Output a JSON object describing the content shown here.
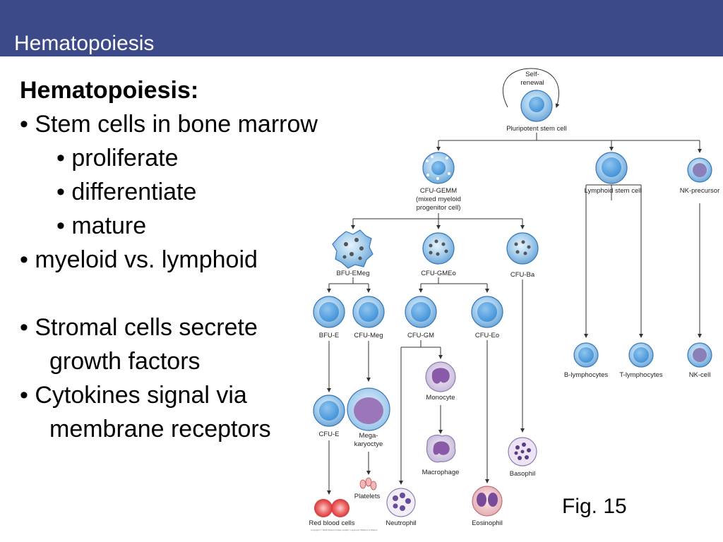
{
  "header": {
    "title": "Hematopoiesis",
    "color": "#3d4a8a"
  },
  "bullets": {
    "heading": "Hematopoiesis:",
    "stem": "• Stem cells in bone marrow",
    "proliferate": "• proliferate",
    "differentiate": "• differentiate",
    "mature": "• mature",
    "myeloid": "•  myeloid vs. lymphoid",
    "stromal_1": "• Stromal cells secrete",
    "stromal_2": "growth factors",
    "cytokines_1": "• Cytokines signal via",
    "cytokines_2": "membrane receptors"
  },
  "figure": {
    "label": "Fig. 15",
    "copyright": "Copyright © 2008 Wolters Kluwer Health | Lippincott Williams & Wilkins",
    "cells": {
      "self_renewal_1": "Self-",
      "self_renewal_2": "renewal",
      "pluripotent": "Pluripotent stem cell",
      "cfu_gemm_1": "CFU-GEMM",
      "cfu_gemm_2": "(mixed myeloid",
      "cfu_gemm_3": "progenitor cell)",
      "lymphoid_stem": "Lymphoid stem cell",
      "nk_precursor": "NK-precursor",
      "bfu_emeg": "BFU-EMeg",
      "cfu_gmeo": "CFU-GMEo",
      "cfu_ba": "CFU-Ba",
      "bfu_e": "BFU-E",
      "cfu_meg": "CFU-Meg",
      "cfu_gm": "CFU-GM",
      "cfu_eo": "CFU-Eo",
      "b_lymph": "B-lymphocytes",
      "t_lymph": "T-lymphocytes",
      "nk_cell": "NK-cell",
      "monocyte": "Monocyte",
      "cfu_e": "CFU-E",
      "mega_1": "Mega-",
      "mega_2": "karyoctye",
      "macrophage": "Macrophage",
      "basophil": "Basophil",
      "platelets": "Platelets",
      "rbc": "Red blood cells",
      "neutrophil": "Neutrophil",
      "eosinophil": "Eosinophil"
    }
  }
}
